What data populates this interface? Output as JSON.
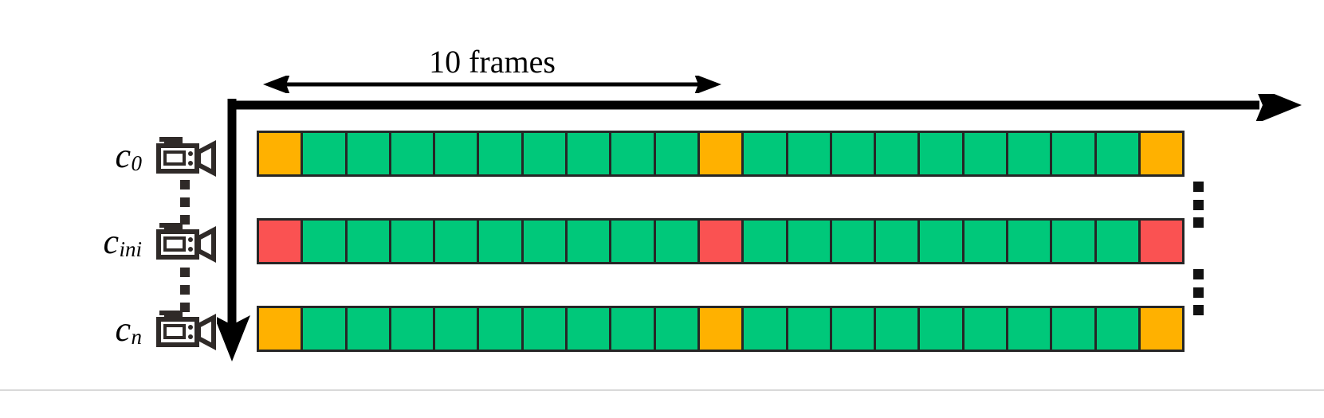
{
  "figure": {
    "type": "timeline-diagram",
    "measure": {
      "label": "10 frames",
      "span_frames": 10
    },
    "timeline_axis": {
      "direction": "right",
      "name": "time-axis"
    },
    "camera_axis": {
      "direction": "down",
      "name": "camera-axis"
    }
  },
  "colors": {
    "frame_normal": "#00C87A",
    "highlight_orange": "#FFB100",
    "highlight_red": "#FA5252",
    "border": "#262626",
    "icon": "#2F2A28",
    "arrow": "#000000"
  },
  "cameras": [
    {
      "id": "c0",
      "label": "c",
      "subscript": "0",
      "icon": "camcorder-icon",
      "highlight": "#FFB100"
    },
    {
      "id": "cini",
      "label": "c",
      "subscript": "ini",
      "icon": "camcorder-icon",
      "highlight": "#FA5252"
    },
    {
      "id": "cn",
      "label": "c",
      "subscript": "n",
      "icon": "camcorder-icon",
      "highlight": "#FFB100"
    }
  ],
  "ellipsis": {
    "glyph": "vertical-dots",
    "dot_count": 3
  },
  "strips": [
    {
      "camera": "c0",
      "frame_count": 21,
      "keyframe_indices": [
        0,
        10,
        20
      ],
      "cells": [
        "hi",
        "n",
        "n",
        "n",
        "n",
        "n",
        "n",
        "n",
        "n",
        "n",
        "hi",
        "n",
        "n",
        "n",
        "n",
        "n",
        "n",
        "n",
        "n",
        "n",
        "hi"
      ]
    },
    {
      "camera": "cini",
      "frame_count": 21,
      "keyframe_indices": [
        0,
        10,
        20
      ],
      "cells": [
        "hi",
        "n",
        "n",
        "n",
        "n",
        "n",
        "n",
        "n",
        "n",
        "n",
        "hi",
        "n",
        "n",
        "n",
        "n",
        "n",
        "n",
        "n",
        "n",
        "n",
        "hi"
      ]
    },
    {
      "camera": "cn",
      "frame_count": 21,
      "keyframe_indices": [
        0,
        10,
        20
      ],
      "cells": [
        "hi",
        "n",
        "n",
        "n",
        "n",
        "n",
        "n",
        "n",
        "n",
        "n",
        "hi",
        "n",
        "n",
        "n",
        "n",
        "n",
        "n",
        "n",
        "n",
        "n",
        "hi"
      ]
    }
  ]
}
